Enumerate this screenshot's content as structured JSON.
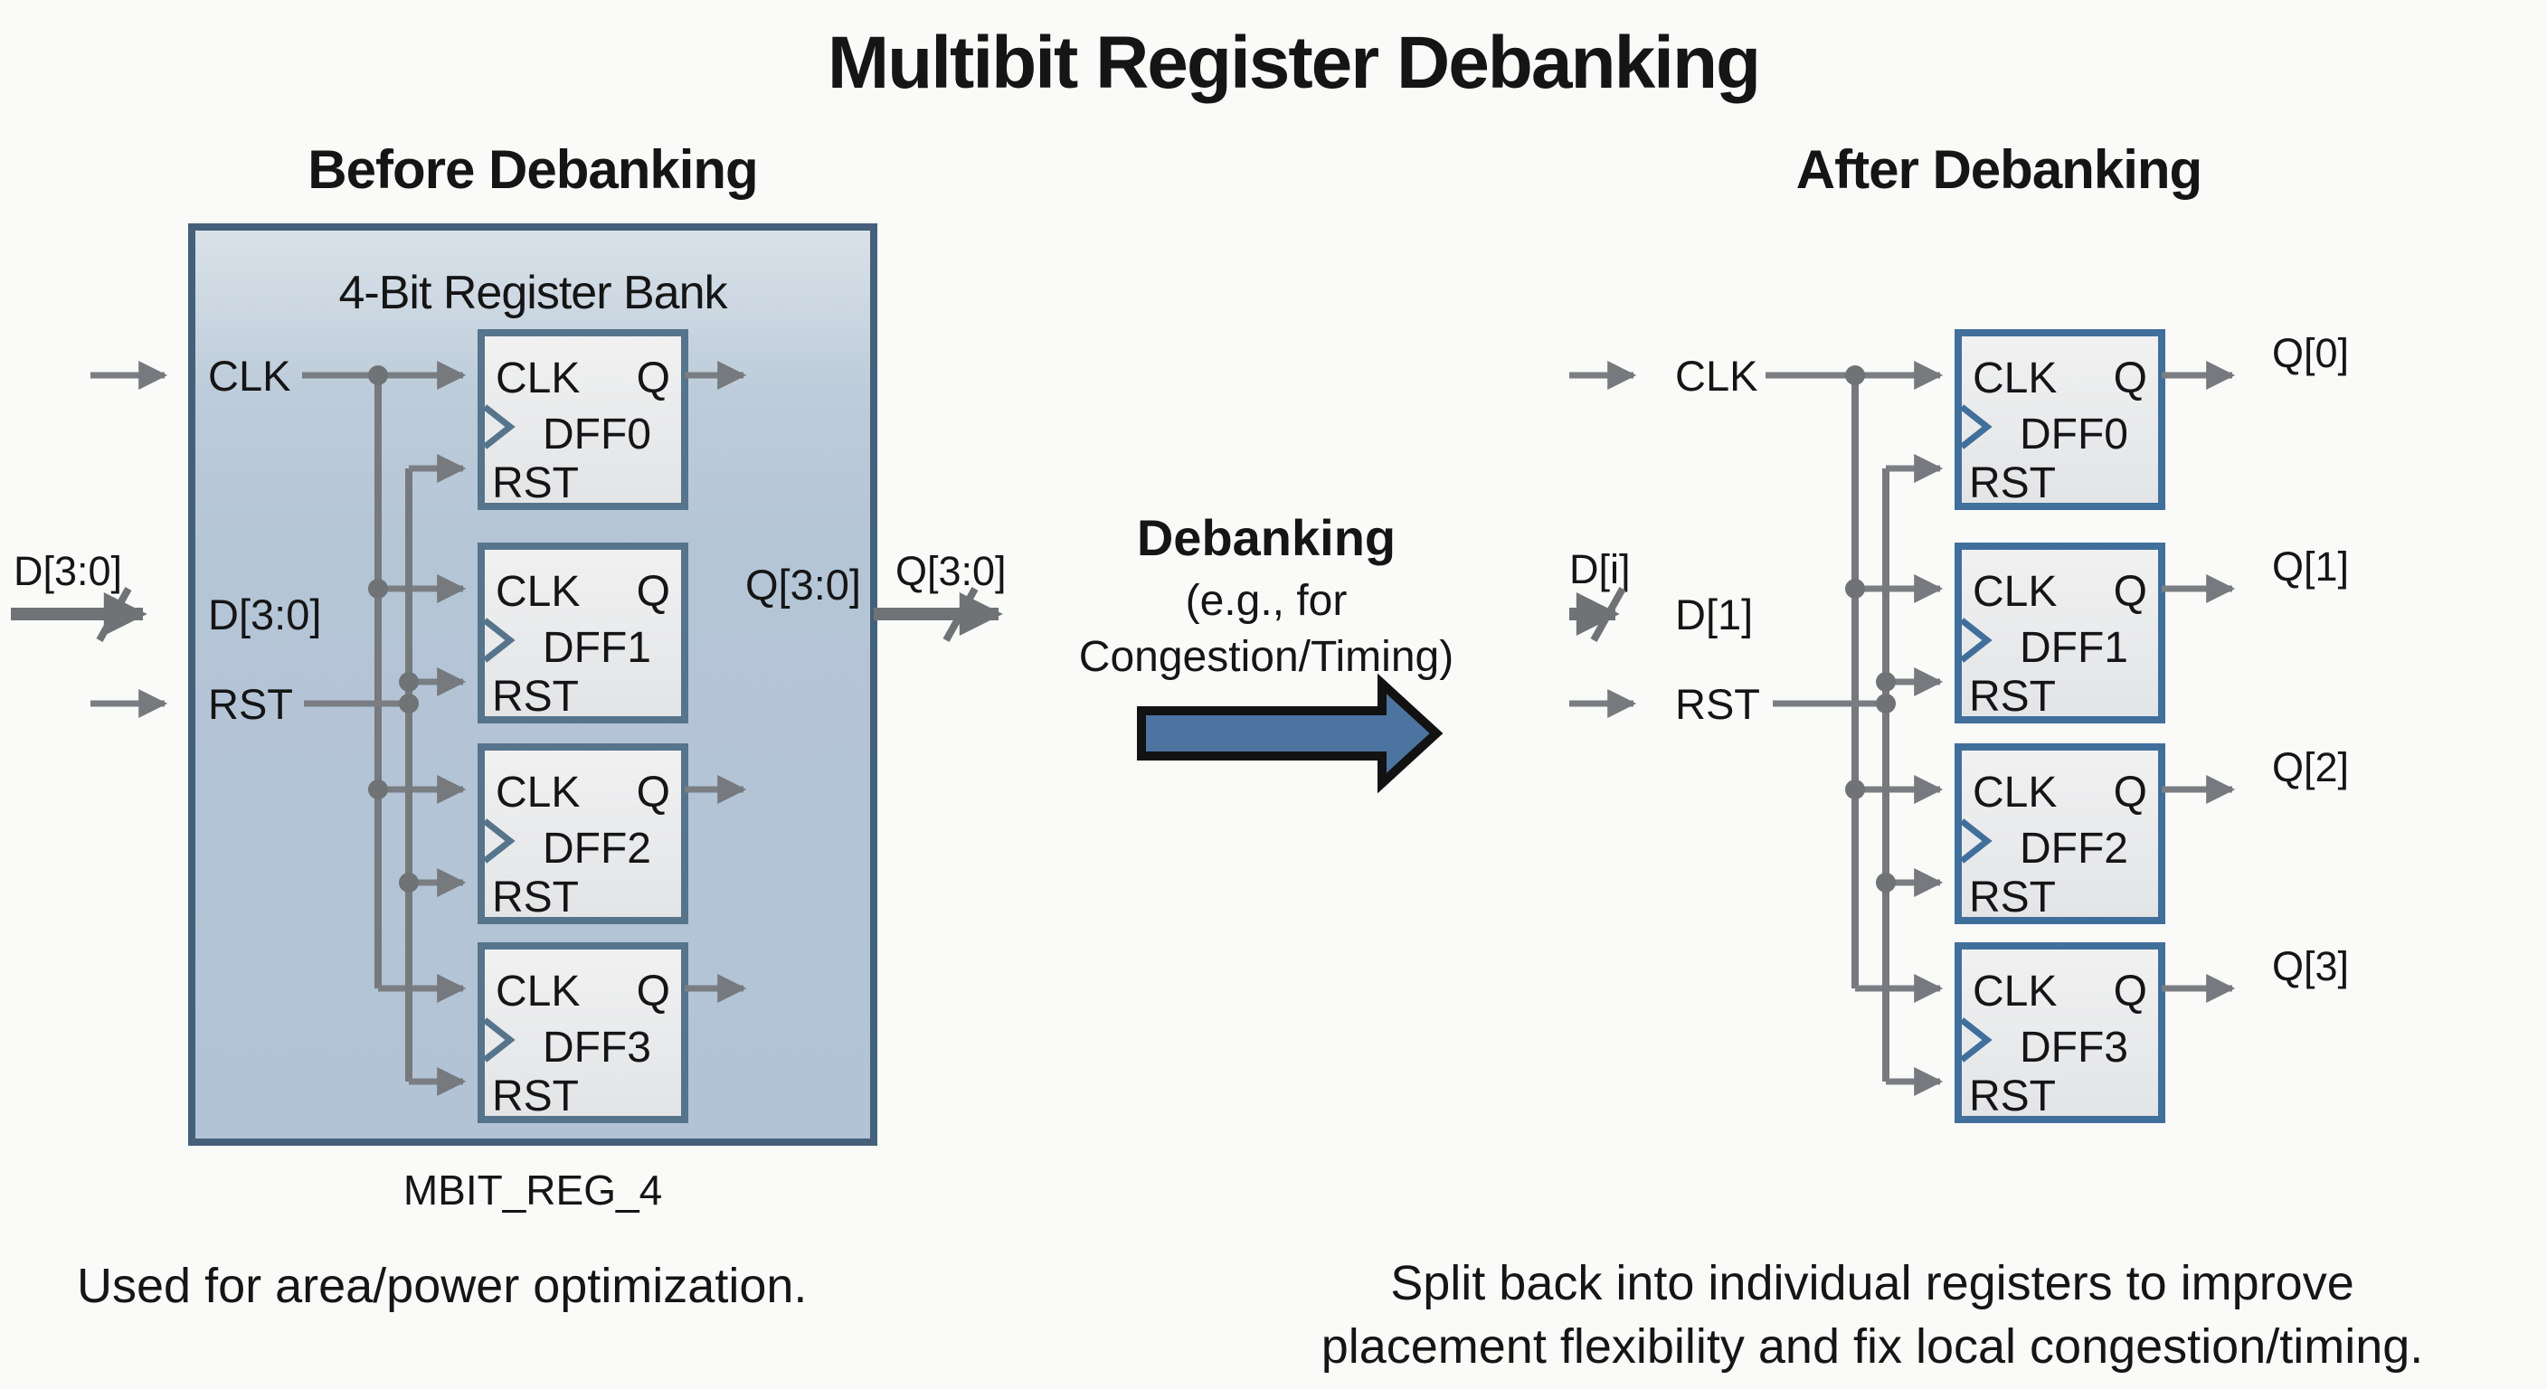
{
  "title": "Multibit Register Debanking",
  "colors": {
    "panel_fill": "#b7c6d6",
    "panel_border": "#45607a",
    "block_border_before": "#56748b",
    "block_border_after": "#416f9c",
    "wire_gray": "#7a7e82",
    "debank_arrow_fill": "#4d74a0",
    "text": "#151515"
  },
  "before": {
    "header": "Before Debanking",
    "bank_title": "4-Bit Register Bank",
    "bank_name": "MBIT_REG_4",
    "ports": {
      "clk": "CLK",
      "d": "D[3:0]",
      "rst": "RST",
      "q": "Q[3:0]"
    },
    "input_bus_label": "D[3:0]",
    "output_bus_label": "Q[3:0]",
    "dffs": [
      {
        "name": "DFF0",
        "clk": "CLK",
        "q": "Q",
        "rst": "RST"
      },
      {
        "name": "DFF1",
        "clk": "CLK",
        "q": "Q",
        "rst": "RST"
      },
      {
        "name": "DFF2",
        "clk": "CLK",
        "q": "Q",
        "rst": "RST"
      },
      {
        "name": "DFF3",
        "clk": "CLK",
        "q": "Q",
        "rst": "RST"
      }
    ],
    "caption": "Used for area/power optimization."
  },
  "debanking": {
    "label": "Debanking",
    "sub_line1": "(e.g., for",
    "sub_line2": "Congestion/Timing)"
  },
  "after": {
    "header": "After Debanking",
    "ports": {
      "clk": "CLK",
      "d_bus": "D[i]",
      "d": "D[1]",
      "rst": "RST"
    },
    "dffs": [
      {
        "name": "DFF0",
        "clk": "CLK",
        "q": "Q",
        "rst": "RST",
        "output": "Q[0]"
      },
      {
        "name": "DFF1",
        "clk": "CLK",
        "q": "Q",
        "rst": "RST",
        "output": "Q[1]"
      },
      {
        "name": "DFF2",
        "clk": "CLK",
        "q": "Q",
        "rst": "RST",
        "output": "Q[2]"
      },
      {
        "name": "DFF3",
        "clk": "CLK",
        "q": "Q",
        "rst": "RST",
        "output": "Q[3]"
      }
    ],
    "caption_line1": "Split back into individual registers to improve",
    "caption_line2": "placement flexibility and fix local congestion/timing."
  }
}
